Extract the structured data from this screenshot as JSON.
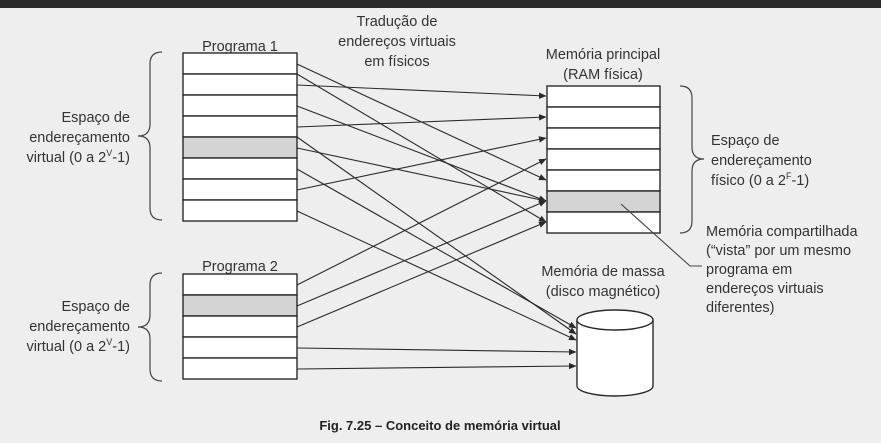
{
  "programa1": {
    "title": "Programa 1"
  },
  "programa2": {
    "title": "Programa 2"
  },
  "traducao": {
    "line1": "Tradução de",
    "line2": "endereços virtuais",
    "line3": "em físicos"
  },
  "memoria_principal": {
    "line1": "Memória principal",
    "line2": "(RAM física)"
  },
  "memoria_massa": {
    "line1": "Memória de massa",
    "line2": "(disco magnético)"
  },
  "espaco_virtual": {
    "line1": "Espaço de",
    "line2": "endereçamento",
    "line3_prefix": "virtual (0 a 2",
    "superscript": "V",
    "line3_suffix": "-1)"
  },
  "espaco_fisico": {
    "line1": "Espaço de",
    "line2": "endereçamento",
    "line3_prefix": "físico (0 a 2",
    "superscript": "F",
    "line3_suffix": "-1)"
  },
  "compartilhada": {
    "line1": "Memória compartilhada",
    "line2": "(“vista” por um mesmo",
    "line3": "programa em",
    "line4": "endereços virtuais",
    "line5": "diferentes)"
  },
  "caption": "Fig. 7.25 – Conceito de memória virtual",
  "colors": {
    "shared_cell": "#d4d4d4",
    "background": "#eeeeee"
  }
}
